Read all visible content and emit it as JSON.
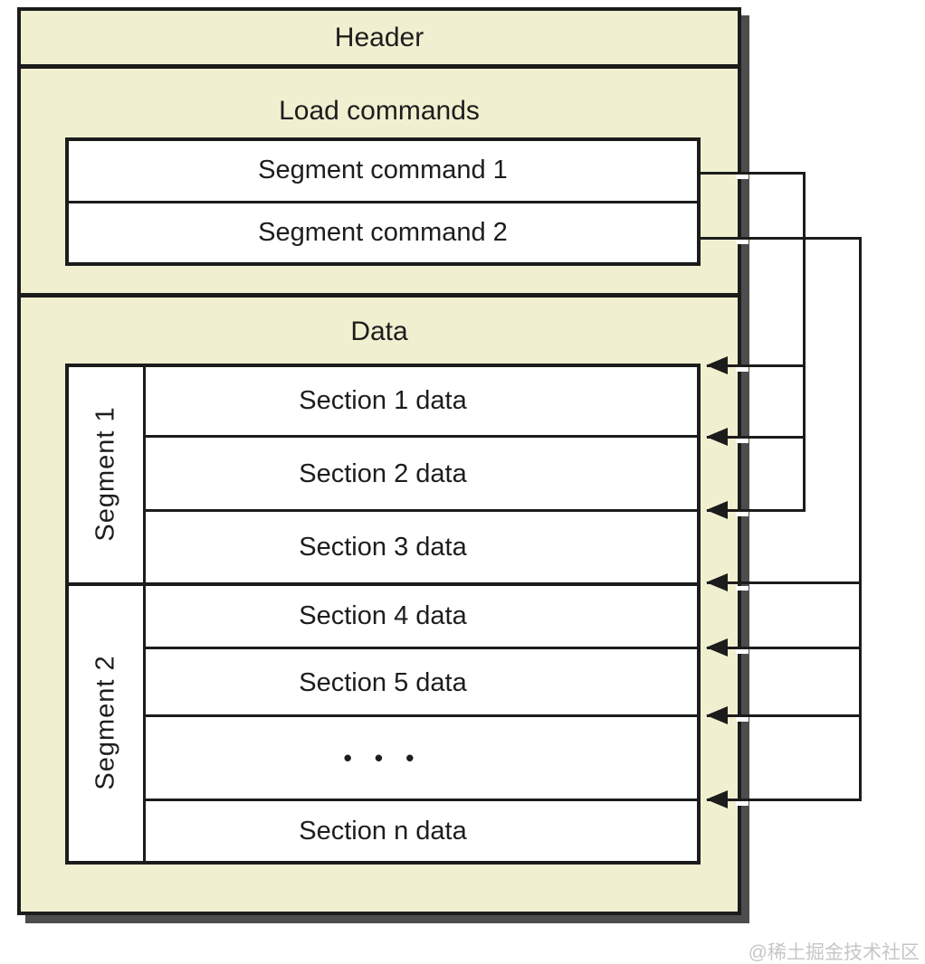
{
  "diagram": {
    "header": {
      "label": "Header"
    },
    "load_commands": {
      "label": "Load commands",
      "commands": [
        {
          "label": "Segment command 1"
        },
        {
          "label": "Segment command 2"
        }
      ]
    },
    "data_region": {
      "label": "Data",
      "segments": [
        {
          "label": "Segment 1"
        },
        {
          "label": "Segment 2"
        }
      ],
      "sections": [
        {
          "label": "Section 1 data"
        },
        {
          "label": "Section 2 data"
        },
        {
          "label": "Section 3 data"
        },
        {
          "label": "Section 4 data"
        },
        {
          "label": "Section 5 data"
        },
        {
          "label": "• • •"
        },
        {
          "label": "Section n data"
        }
      ]
    },
    "colors": {
      "box_fill": "#f0efd0",
      "line": "#1c1c1c",
      "shadow": "#4d4d4d",
      "section_fill": "#ffffff",
      "watermark_gray": "#c6c6c6"
    }
  },
  "watermark": {
    "label": "@稀土掘金技术社区"
  }
}
